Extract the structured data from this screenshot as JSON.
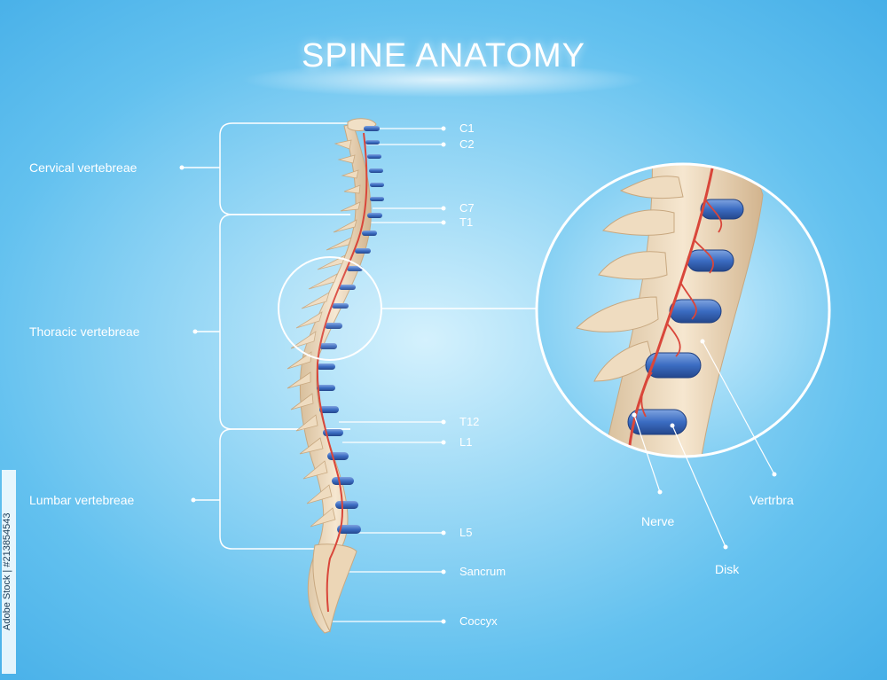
{
  "title": "SPINE ANATOMY",
  "regions": {
    "cervical": "Cervical vertebreae",
    "thoracic": "Thoracic vertebreae",
    "lumbar": "Lumbar vertebreae"
  },
  "levels": {
    "c1": "C1",
    "c2": "C2",
    "c7": "C7",
    "t1": "T1",
    "t12": "T12",
    "l1": "L1",
    "l5": "L5",
    "sacrum": "Sancrum",
    "coccyx": "Coccyx"
  },
  "zoom": {
    "nerve": "Nerve",
    "disk": "Disk",
    "vertebra": "Vertrbra"
  },
  "stock": {
    "id": "Adobe Stock | #213854543"
  },
  "colors": {
    "bone": "#efdcc0",
    "disk": "#3b6cc2",
    "nerve": "#d9463a",
    "background": "#63c1ef",
    "line": "#ffffff"
  }
}
